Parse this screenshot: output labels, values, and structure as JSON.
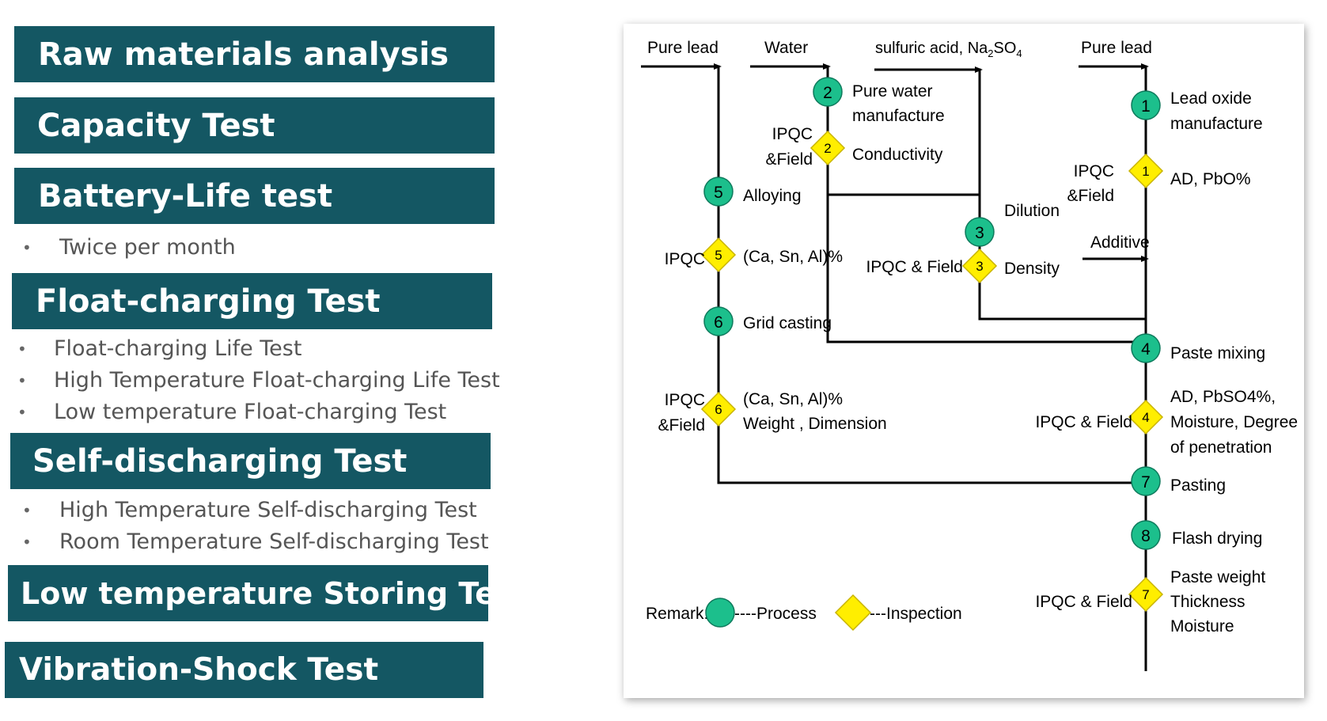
{
  "left_panel": {
    "sections": [
      {
        "title": "Raw materials analysis",
        "items": []
      },
      {
        "title": "Capacity Test",
        "items": []
      },
      {
        "title": "Battery-Life test",
        "items": [
          "Twice per month"
        ]
      },
      {
        "title": "Float-charging Test",
        "items": [
          "Float-charging Life  Test",
          "High  Temperature Float-charging Life  Test",
          "Low temperature  Float-charging Test"
        ]
      },
      {
        "title": "Self-discharging Test",
        "items": [
          "High  Temperature  Self-discharging Test",
          "Room  Temperature  Self-discharging Test"
        ]
      },
      {
        "title": "Low temperature  Storing Test",
        "items": []
      },
      {
        "title": "Vibration-Shock Test",
        "items": []
      }
    ],
    "bullet_char": "•"
  },
  "diagram": {
    "inputs": {
      "pure_lead_1": "Pure lead",
      "water": "Water",
      "sulfuric": "sulfuric acid, Na",
      "sulfuric_sub1": "2",
      "sulfuric_so": "SO",
      "sulfuric_sub2": "4",
      "pure_lead_2": "Pure lead",
      "additive": "Additive"
    },
    "processes": [
      {
        "num": "1",
        "label_lines": [
          "Lead oxide",
          "manufacture"
        ]
      },
      {
        "num": "2",
        "label_lines": [
          "Pure water",
          "manufacture"
        ]
      },
      {
        "num": "3",
        "label_lines": [
          "Dilution"
        ]
      },
      {
        "num": "4",
        "label_lines": [
          "Paste mixing"
        ]
      },
      {
        "num": "5",
        "label_lines": [
          "Alloying"
        ]
      },
      {
        "num": "6",
        "label_lines": [
          "Grid casting"
        ]
      },
      {
        "num": "7",
        "label_lines": [
          "Pasting"
        ]
      },
      {
        "num": "8",
        "label_lines": [
          "Flash drying"
        ]
      }
    ],
    "inspections": [
      {
        "num": "1",
        "who_lines": [
          "IPQC",
          "&Field"
        ],
        "label_lines": [
          "AD, PbO%"
        ]
      },
      {
        "num": "2",
        "who_lines": [
          "IPQC",
          "&Field"
        ],
        "label_lines": [
          "Conductivity"
        ]
      },
      {
        "num": "3",
        "who_lines": [
          "IPQC & Field"
        ],
        "label_lines": [
          "Density"
        ]
      },
      {
        "num": "4",
        "who_lines": [
          "IPQC & Field"
        ],
        "label_lines": [
          "AD, PbSO4%,",
          "Moisture, Degree",
          "of penetration"
        ]
      },
      {
        "num": "5",
        "who_lines": [
          "IPQC"
        ],
        "label_lines": [
          "(Ca, Sn, Al)%"
        ]
      },
      {
        "num": "6",
        "who_lines": [
          "IPQC",
          "&Field"
        ],
        "label_lines": [
          "(Ca, Sn, Al)%",
          "Weight , Dimension"
        ]
      },
      {
        "num": "7",
        "who_lines": [
          "IPQC & Field"
        ],
        "label_lines": [
          "Paste weight",
          "Thickness",
          "Moisture"
        ]
      }
    ],
    "remark": {
      "label": "Remark:",
      "process": "----Process",
      "inspection": "---Inspection"
    },
    "colors": {
      "process_fill": "#1cbf8c",
      "process_stroke": "#0e7a5c",
      "inspection_fill": "#ffee00",
      "inspection_stroke": "#c9b400",
      "banner": "#145763"
    }
  }
}
